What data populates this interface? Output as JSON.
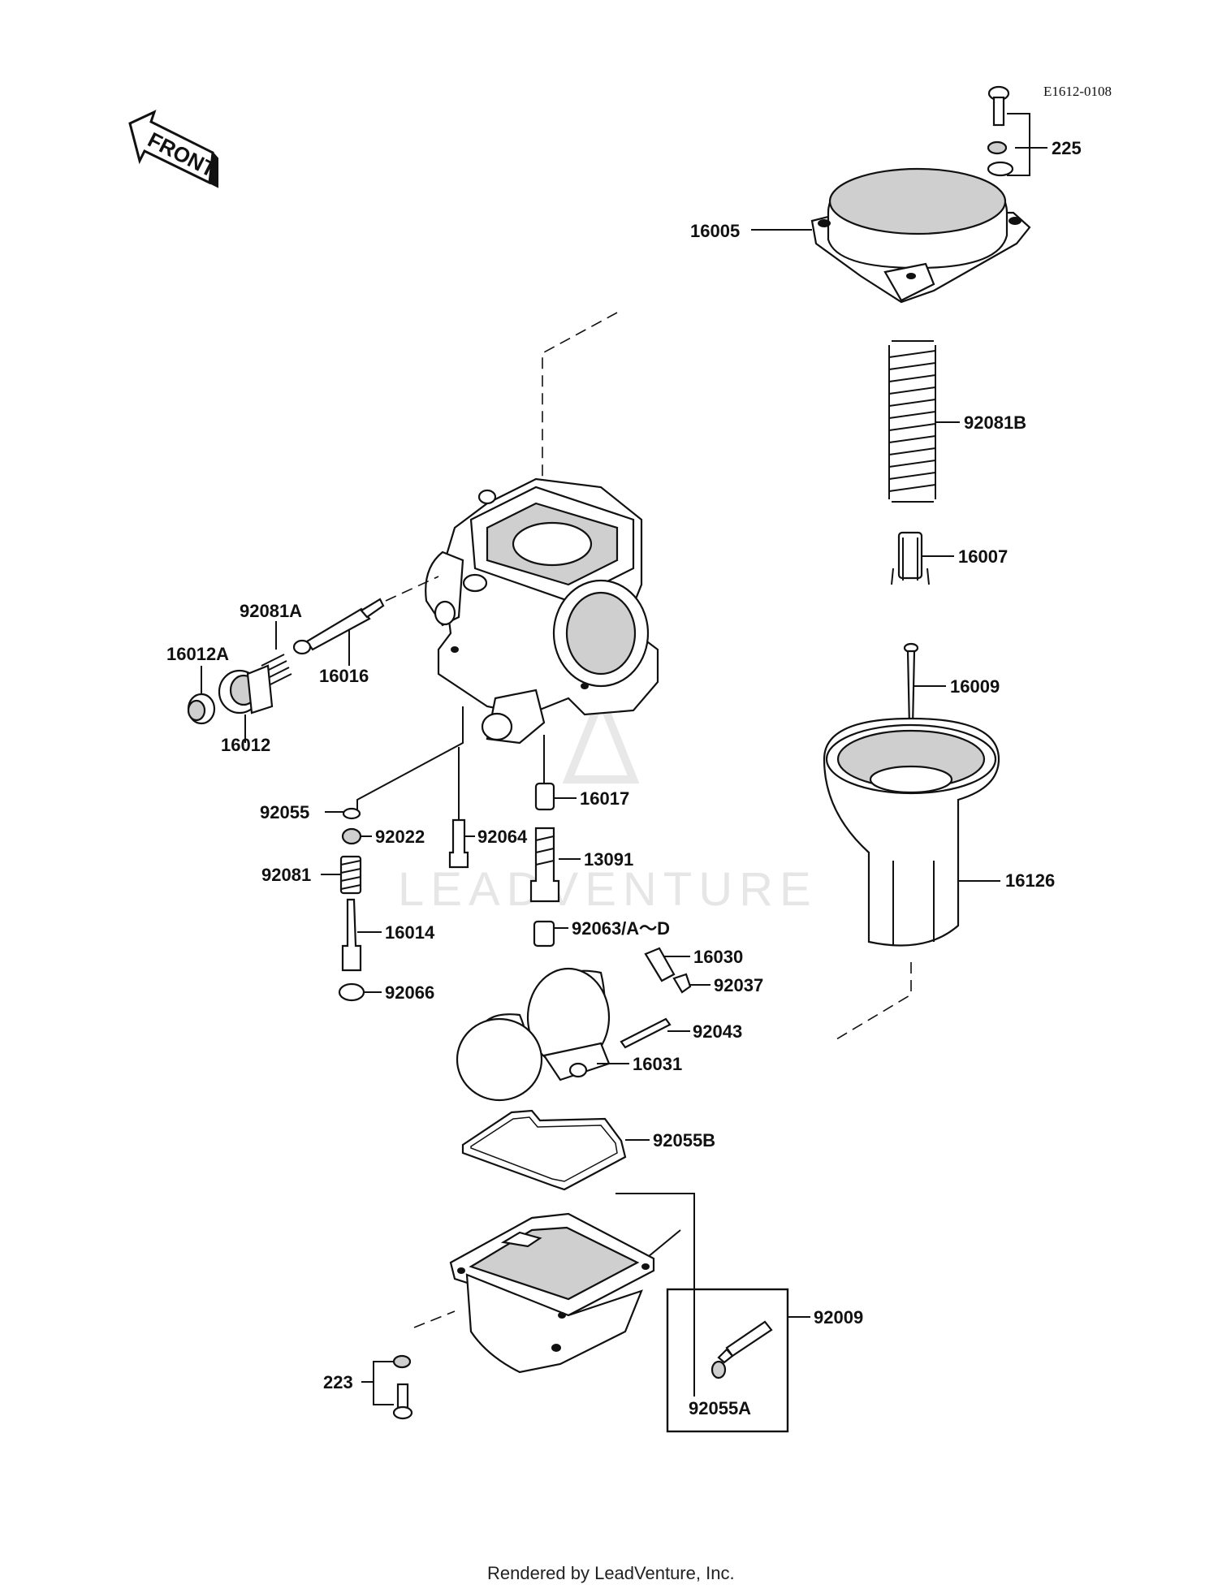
{
  "diagram": {
    "code": "E1612-0108",
    "front_label": "FRONT",
    "watermark": "LEADVENTURE",
    "footer": "Rendered by LeadVenture, Inc.",
    "callouts": {
      "p225": "225",
      "p16005": "16005",
      "p92081B": "92081B",
      "p16007": "16007",
      "p16009": "16009",
      "p16126": "16126",
      "p92081A": "92081A",
      "p16012A": "16012A",
      "p16016": "16016",
      "p16012": "16012",
      "p92055": "92055",
      "p92022": "92022",
      "p92064": "92064",
      "p16017": "16017",
      "p13091": "13091",
      "p92081": "92081",
      "p16014": "16014",
      "p92063": "92063/A～D",
      "p16030": "16030",
      "p92037": "92037",
      "p92066": "92066",
      "p92043": "92043",
      "p16031": "16031",
      "p92055B": "92055B",
      "p92009": "92009",
      "p223": "223",
      "p92055A": "92055A"
    }
  }
}
